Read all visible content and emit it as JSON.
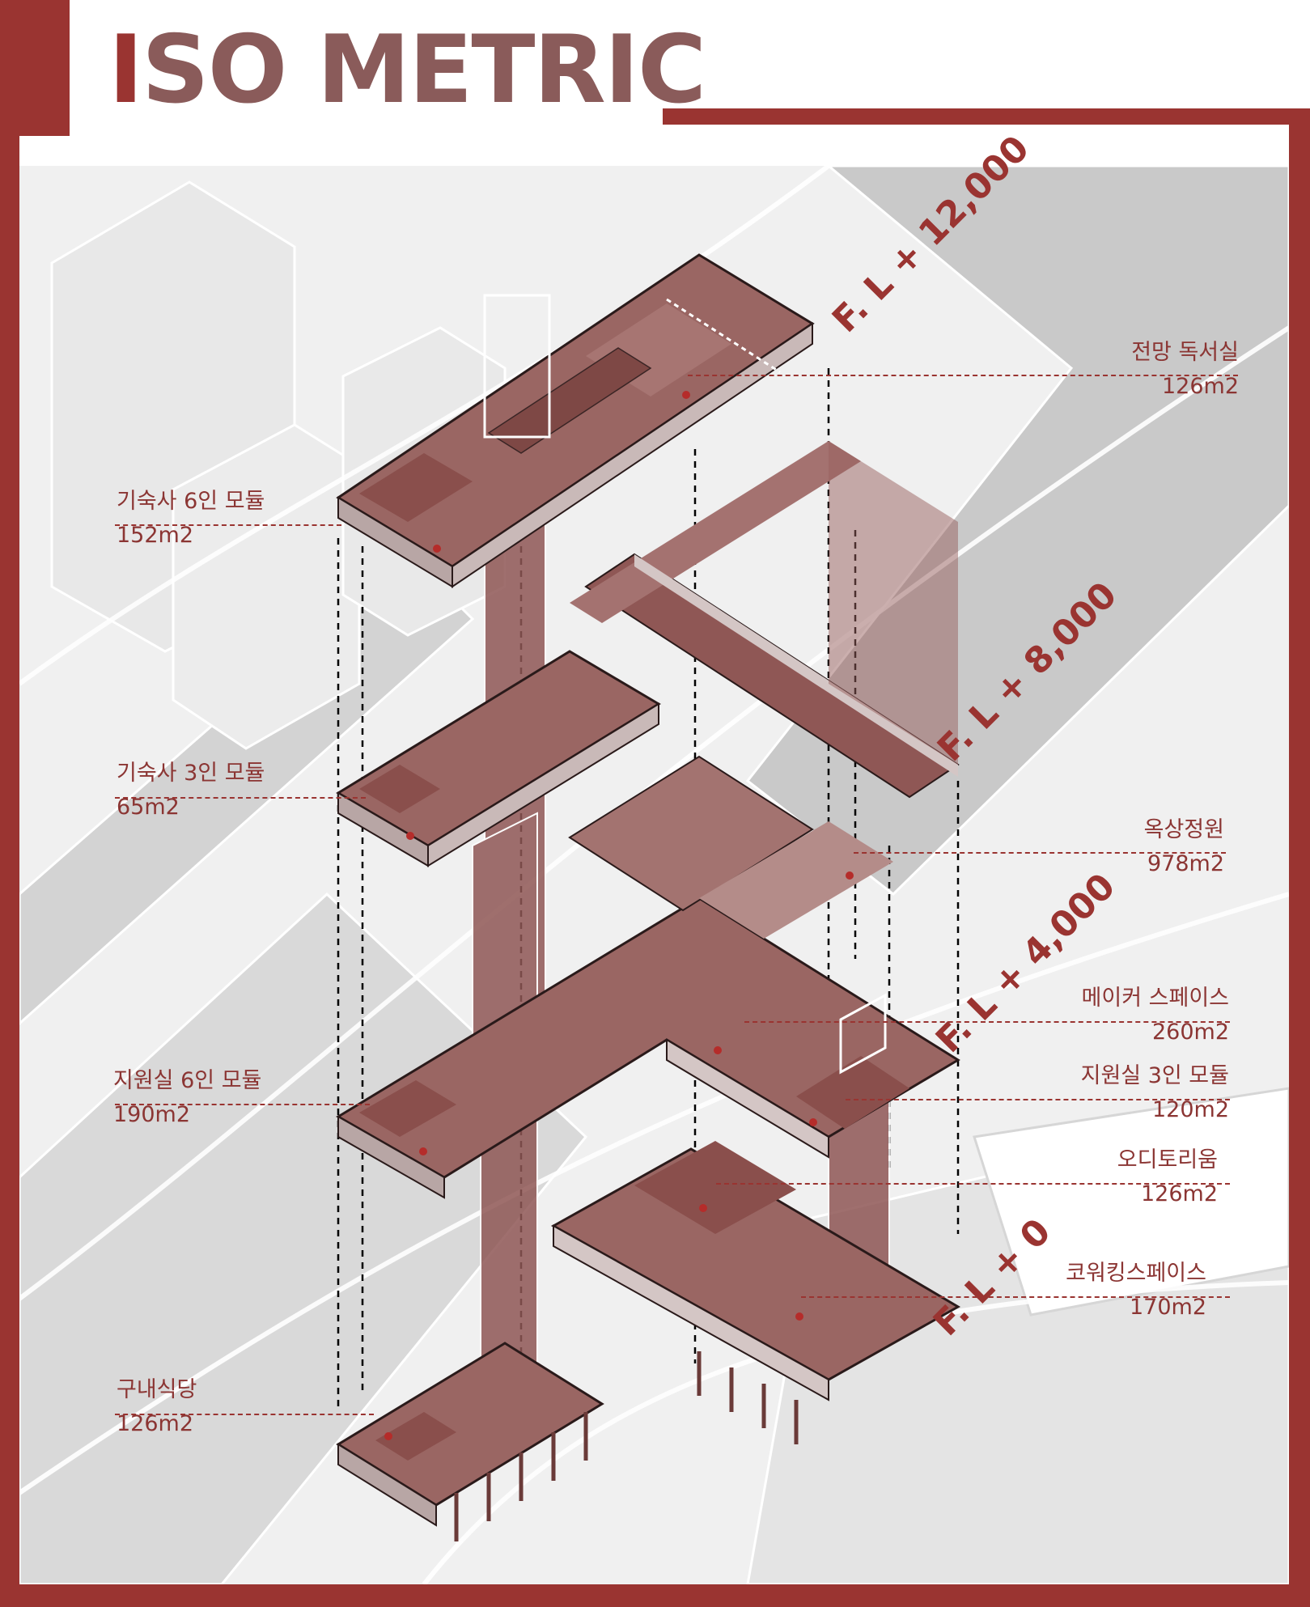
{
  "title": {
    "first": "I",
    "rest": "SO METRIC"
  },
  "levels": [
    {
      "id": "fl12000",
      "label": "F. L + 12,000"
    },
    {
      "id": "fl8000",
      "label": "F. L + 8,000"
    },
    {
      "id": "fl4000",
      "label": "F. L + 4,000"
    },
    {
      "id": "fl0",
      "label": "F. L + 0"
    }
  ],
  "rooms_left": [
    {
      "name": "기숙사 6인 모듈",
      "area": "152m2"
    },
    {
      "name": "기숙사 3인 모듈",
      "area": "65m2"
    },
    {
      "name": "지원실 6인 모듈",
      "area": "190m2"
    },
    {
      "name": "구내식당",
      "area": "126m2"
    }
  ],
  "rooms_right": [
    {
      "name": "전망 독서실",
      "area": "126m2"
    },
    {
      "name": "옥상정원",
      "area": "978m2"
    },
    {
      "name": "메이커 스페이스",
      "area": "260m2"
    },
    {
      "name": "지원실 3인 모듈",
      "area": "120m2"
    },
    {
      "name": "오디토리움",
      "area": "126m2"
    },
    {
      "name": "코워킹스페이스",
      "area": "170m2"
    }
  ],
  "colors": {
    "frame": "#9a3431",
    "label": "#8b3533",
    "floor": "#8f5755",
    "title_gray": "#8a5b5a"
  }
}
